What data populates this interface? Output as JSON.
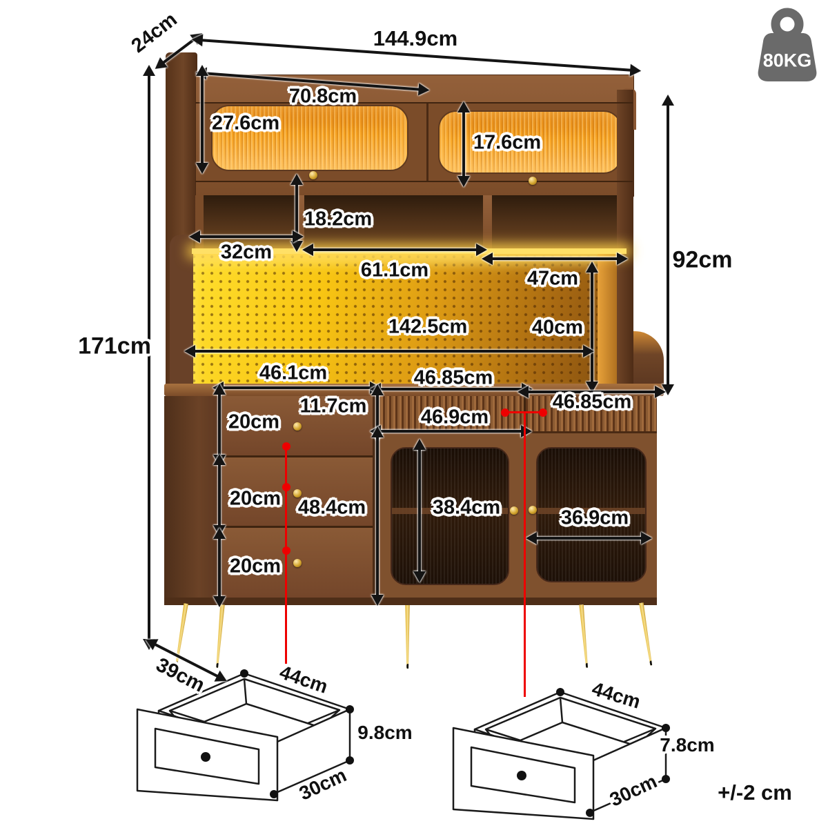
{
  "badge": {
    "label": "80KG",
    "icon": "weight-kettlebell-icon",
    "color": "#6a6a6a",
    "text_color": "#ffffff"
  },
  "note": {
    "tolerance": "+/-2 cm"
  },
  "dims": {
    "depth_top": "24cm",
    "width_overall": "144.9cm",
    "hutch_door_width": "70.8cm",
    "hutch_left_door_height": "27.6cm",
    "hutch_right_door_height": "17.6cm",
    "hutch_height": "92cm",
    "shelf_height": "18.2cm",
    "shelf_left_width": "32cm",
    "shelf_mid_width": "61.1cm",
    "shelf_right_width": "47cm",
    "pegboard_height": "40cm",
    "pegboard_width": "142.5cm",
    "total_height": "171cm",
    "drawer_col_width": "46.1cm",
    "mid_section_width": "46.85cm",
    "right_section_width": "46.85cm",
    "top_drawer_height": "11.7cm",
    "drawer1_height": "20cm",
    "drawer2_height": "20cm",
    "drawer3_height": "20cm",
    "door_section_height": "48.4cm",
    "left_glass_height": "38.4cm",
    "right_glass_width": "36.9cm",
    "mid_drawer_width": "46.9cm",
    "base_depth": "39cm"
  },
  "drawer_left": {
    "width": "44cm",
    "height": "9.8cm",
    "depth": "30cm"
  },
  "drawer_right": {
    "width": "44cm",
    "height": "7.8cm",
    "depth": "30cm"
  },
  "palette": {
    "arrow": "#141414",
    "halo": "#ffffff",
    "callout_red": "#ee0000",
    "badge_gray": "#6a6a6a",
    "wood": "#7b4c29",
    "wood_dark": "#5a3620",
    "glass_orange": "#f9a623",
    "led_yellow": "#ffd400",
    "gold": "#d4a62f",
    "glass_dark": "#241307"
  }
}
